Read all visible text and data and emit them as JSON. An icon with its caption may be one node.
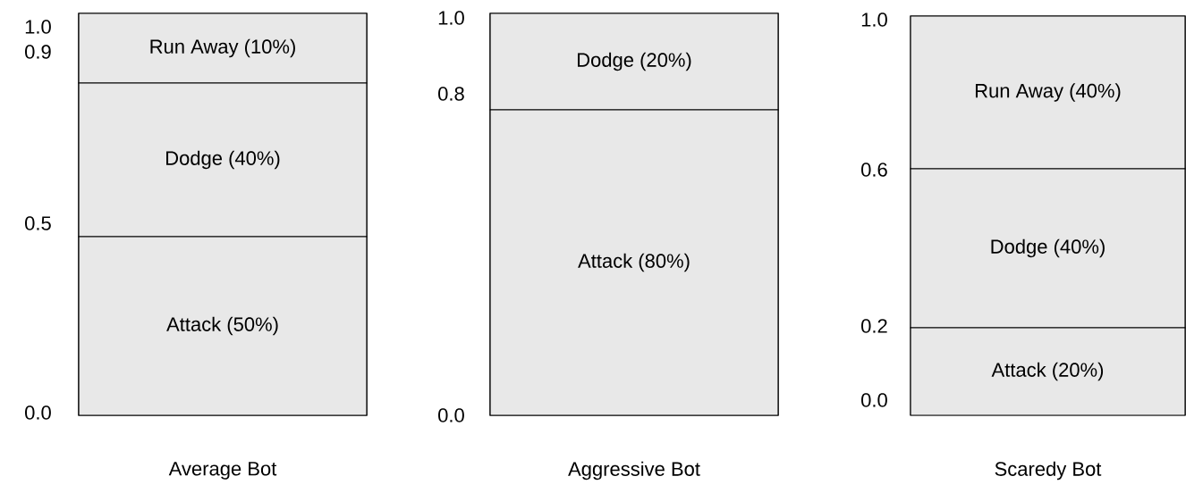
{
  "diagram": {
    "nodes": [
      {
        "text": [
          "Average Bot"
        ]
      },
      {
        "text": [
          "Run Away (10%)"
        ],
        "in": 0
      },
      {
        "text": [
          "Dodge (40%)"
        ],
        "in": 0
      },
      {
        "text": [
          "Attack (50%)"
        ],
        "in": 0
      },
      {
        "text": [
          "Aggressive Bot"
        ]
      },
      {
        "text": [
          "Dodge (20%)"
        ],
        "in": 4
      },
      {
        "text": [
          "Attack (80%)"
        ],
        "in": 4
      },
      {
        "text": [
          "Scaredy Bot"
        ]
      },
      {
        "text": [
          "Run Away (40%)"
        ],
        "in": 7
      },
      {
        "text": [
          "Dodge (40%)"
        ],
        "in": 7
      },
      {
        "text": [
          "Attack (20%)"
        ],
        "in": 7
      }
    ],
    "labels": [
      "1.0",
      "0.9",
      "0.5",
      "0.0",
      "1.0",
      "0.8",
      "0.0",
      "1.0",
      "0.6",
      "0.2",
      "0.0"
    ]
  }
}
